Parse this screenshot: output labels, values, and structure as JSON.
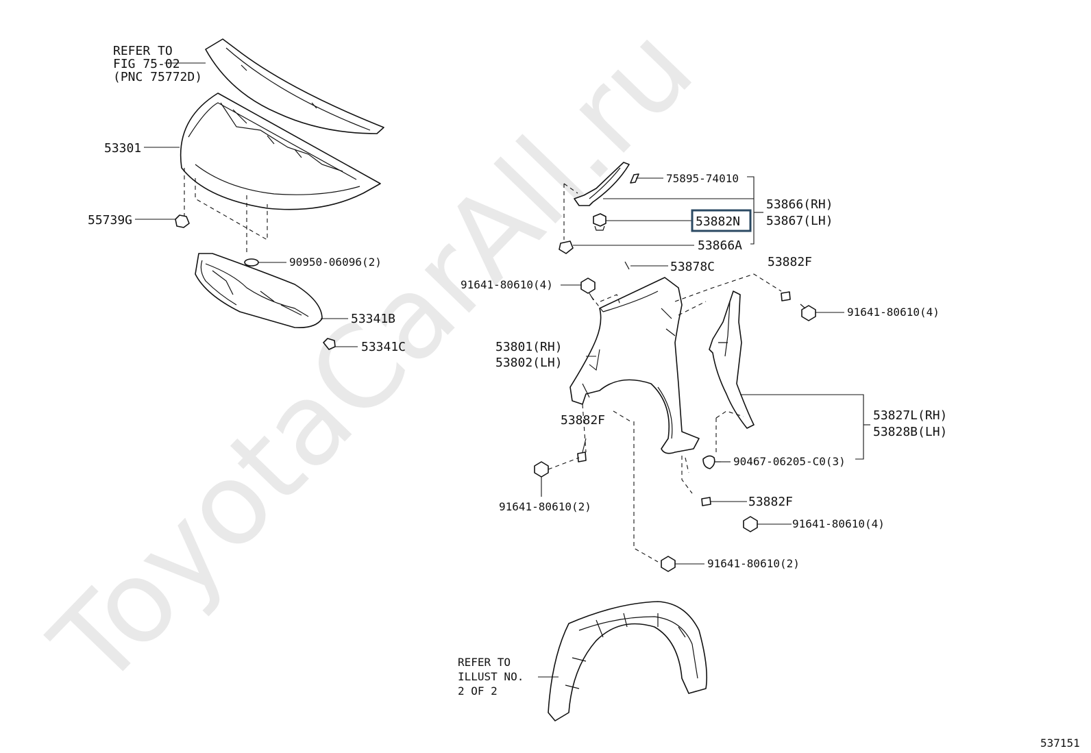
{
  "watermark": "ToyotaCarAll.ru",
  "diagram_number": "537151",
  "notes": {
    "refer_fig": [
      "REFER TO",
      "FIG 75-02",
      "(PNC 75772D)"
    ],
    "refer_illust": [
      "REFER TO",
      "ILLUST NO.",
      "2 OF 2"
    ]
  },
  "labels": {
    "p53301": "53301",
    "p55739G": "55739G",
    "p90950": "90950-06096(2)",
    "p53341B": "53341B",
    "p53341C": "53341C",
    "p75895": "75895-74010",
    "p53866rh": "53866(RH)",
    "p53867lh": "53867(LH)",
    "p53882N": "53882N",
    "p53866A": "53866A",
    "p53878C": "53878C",
    "p53882F_top": "53882F",
    "p91641_top_left": "91641-80610(4)",
    "p91641_top_right": "91641-80610(4)",
    "p53801rh": "53801(RH)",
    "p53802lh": "53802(LH)",
    "p53827L": "53827L(RH)",
    "p53828B": "53828B(LH)",
    "p90467": "90467-06205-C0(3)",
    "p53882F_left": "53882F",
    "p91641_left": "91641-80610(2)",
    "p53882F_bottom": "53882F",
    "p91641_bottom_right": "91641-80610(4)",
    "p91641_bottom": "91641-80610(2)"
  },
  "highlighted_part": "53882N"
}
